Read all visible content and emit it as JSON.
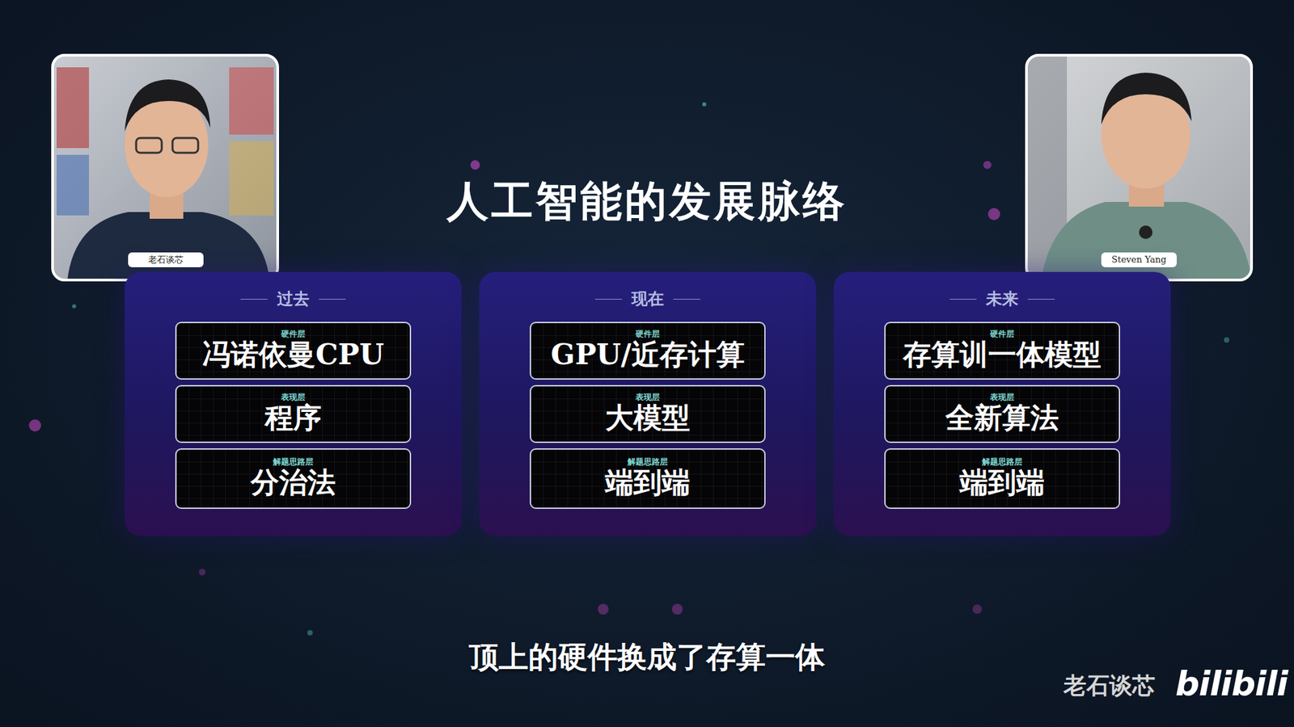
{
  "diagram": {
    "title": "人工智能的发展脉络",
    "caption": "顶上的硬件换成了存算一体",
    "nodes": [
      {
        "text": [
          "过去"
        ]
      },
      {
        "text": [
          "硬件层",
          "冯诺依曼CPU"
        ],
        "in": 0
      },
      {
        "text": [
          "表现层",
          "程序"
        ],
        "in": 0
      },
      {
        "text": [
          "解题思路层",
          "分治法"
        ],
        "in": 0
      },
      {
        "text": [
          "现在"
        ]
      },
      {
        "text": [
          "硬件层",
          "GPU/近存计算"
        ],
        "in": 4
      },
      {
        "text": [
          "表现层",
          "大模型"
        ],
        "in": 4
      },
      {
        "text": [
          "解题思路层",
          "端到端"
        ],
        "in": 4
      },
      {
        "text": [
          "未来"
        ]
      },
      {
        "text": [
          "硬件层",
          "存算训一体模型"
        ],
        "in": 8
      },
      {
        "text": [
          "表现层",
          "全新算法"
        ],
        "in": 8
      },
      {
        "text": [
          "解题思路层",
          "端到端"
        ],
        "in": 8
      }
    ],
    "labels": [
      "老石谈芯",
      "Steven Yang",
      "老石谈芯",
      "bilibili"
    ]
  }
}
